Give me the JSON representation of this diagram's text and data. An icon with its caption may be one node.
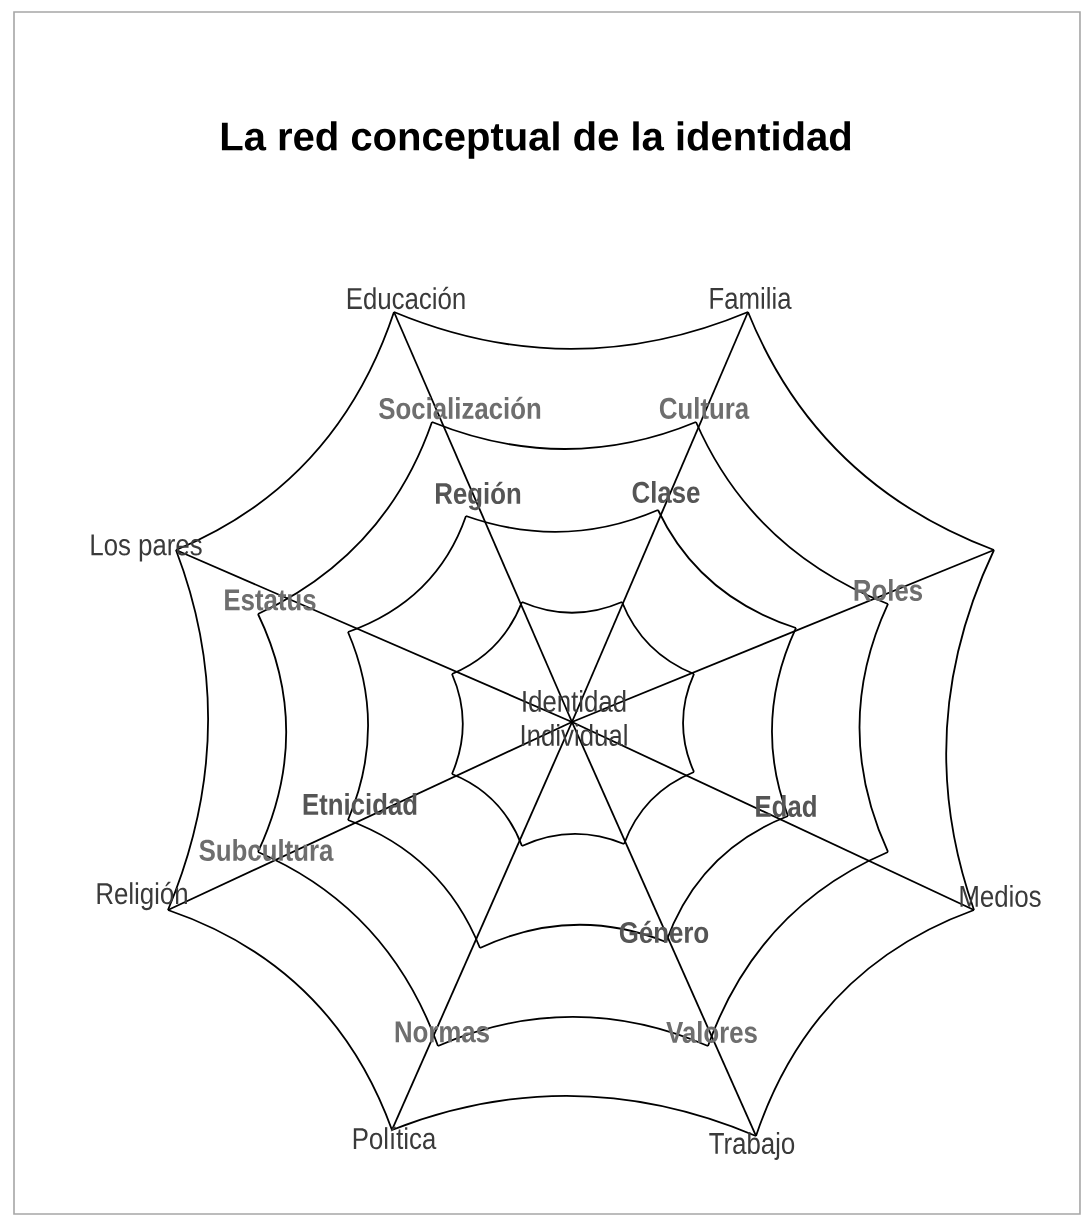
{
  "diagram": {
    "title": "La red conceptual de la identidad",
    "labels": [
      "Educación",
      "Familia",
      "Socialización",
      "Cultura",
      "Región",
      "Clase",
      "Los pares",
      "Estatus",
      "Roles",
      "Identidad Individual",
      "Etnicidad",
      "Edad",
      "Subcultura",
      "Religión",
      "Medios",
      "Género",
      "Normas",
      "Valores",
      "Política",
      "Trabajo"
    ]
  }
}
